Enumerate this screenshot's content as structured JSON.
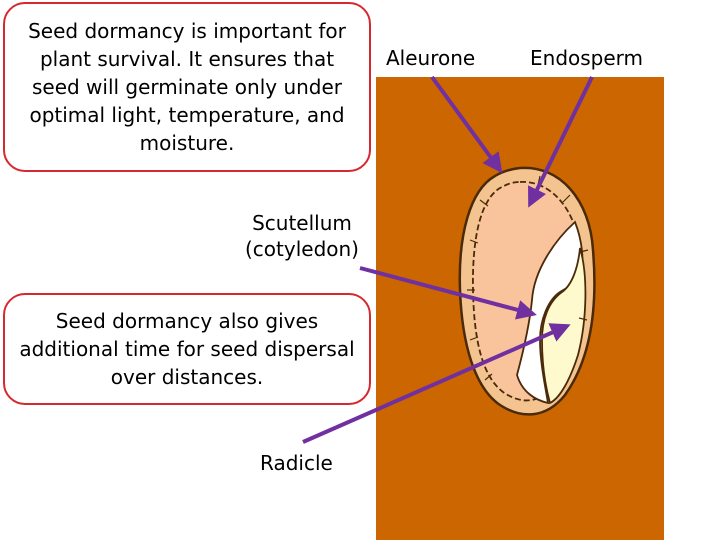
{
  "callouts": {
    "survival": "Seed dormancy is important for plant survival. It ensures that seed will germinate only under optimal light, temperature, and moisture.",
    "dispersal": "Seed dormancy also gives additional time for seed dispersal over distances."
  },
  "labels": {
    "aleurone": "Aleurone",
    "endosperm": "Endosperm",
    "scutellum_line1": "Scutellum",
    "scutellum_line2": "(cotyledon)",
    "radicle": "Radicle"
  },
  "colors": {
    "background_panel": "#cc6600",
    "callout_border": "#d6292f",
    "arrow": "#7030a0",
    "seed_coat": "#f3c48f",
    "endosperm_fill": "#f9c39b",
    "embryo_fill": "#fffacd"
  }
}
